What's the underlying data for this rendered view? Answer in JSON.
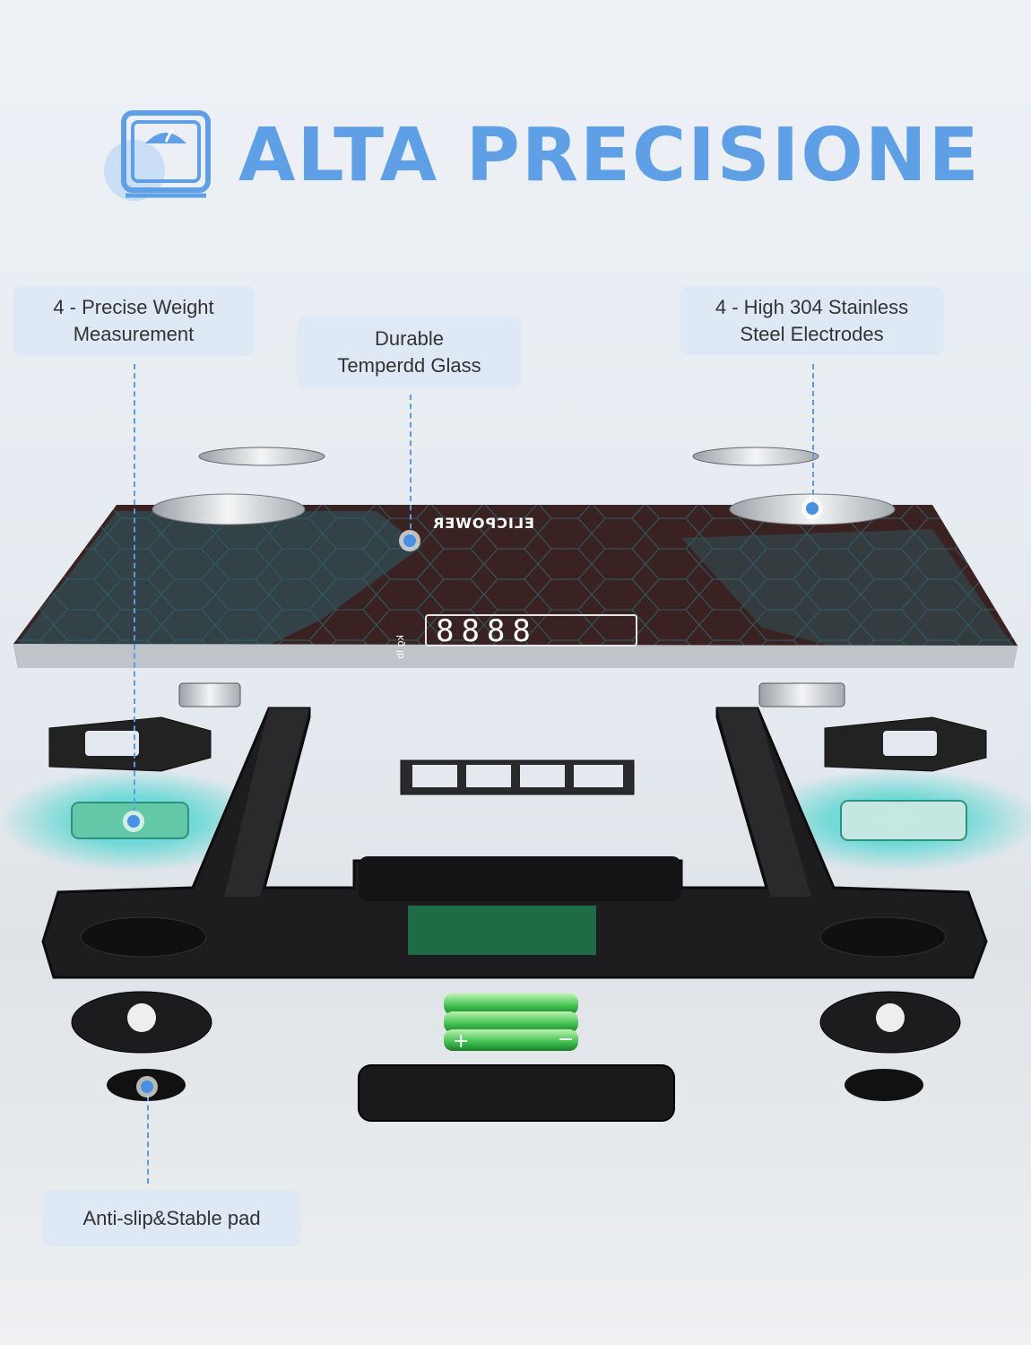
{
  "title": "ALTA PRECISIONE",
  "brand": "ELICPOWER",
  "display": {
    "digits": "8888",
    "units": "kg lb"
  },
  "callouts": {
    "weight_sensors": {
      "line1": "4 - Precise Weight",
      "line2": "Measurement"
    },
    "glass": {
      "line1": "Durable",
      "line2": "Temperdd Glass"
    },
    "electrodes": {
      "line1": "4 - High 304 Stainless",
      "line2": "Steel Electrodes"
    },
    "pad": {
      "line1": "Anti-slip&Stable pad"
    }
  },
  "icons": [
    "scale-icon"
  ],
  "colors": {
    "accent": "#5f9fe6",
    "leader": "#4a90e2",
    "glow": "#26d0c8"
  }
}
